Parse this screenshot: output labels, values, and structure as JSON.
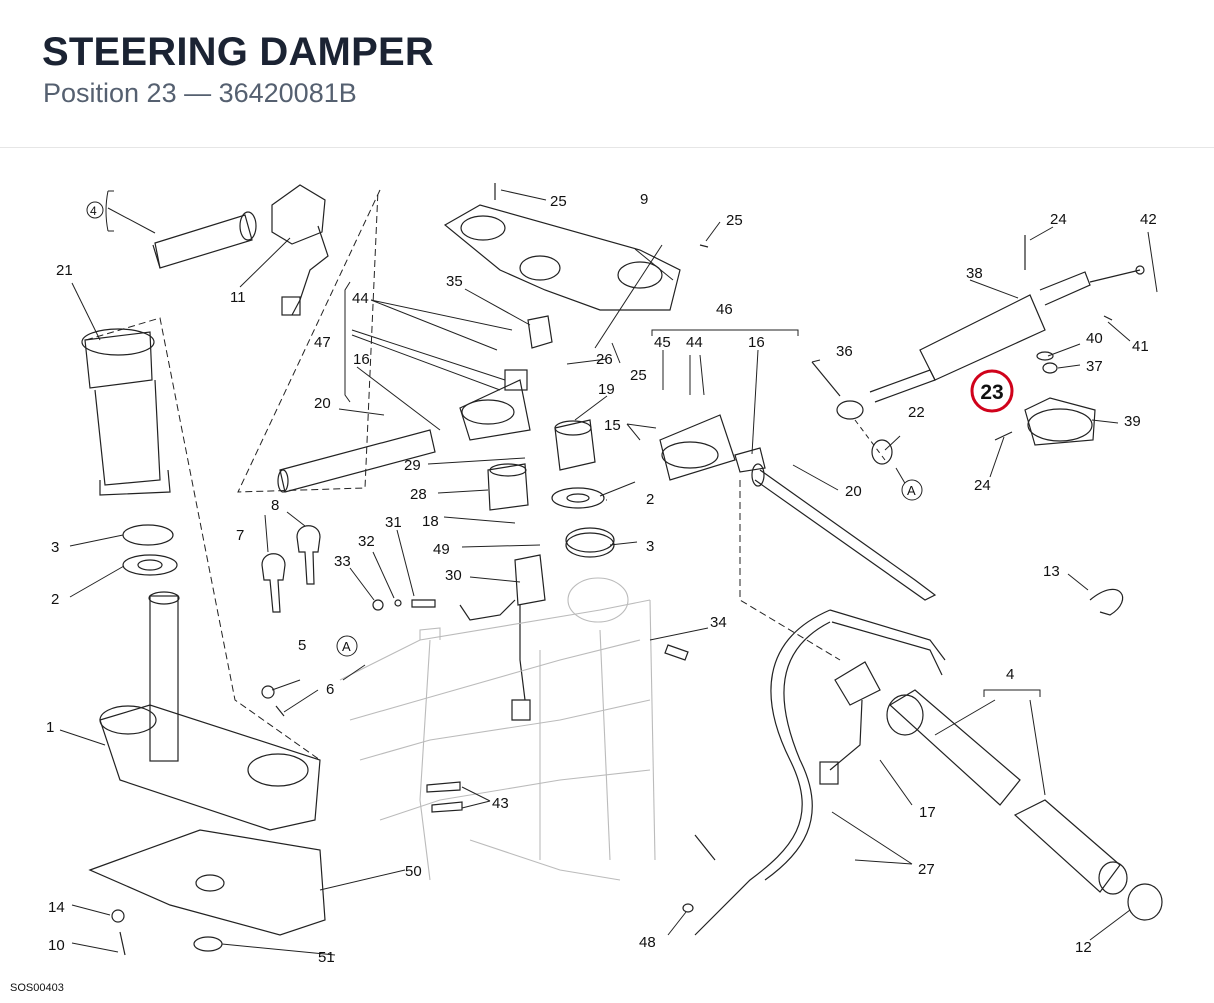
{
  "header": {
    "title": "STEERING DAMPER",
    "subtitle": "Position 23 — 36420081B"
  },
  "diagram": {
    "drawing_code": "SOS00403",
    "highlight": {
      "label": "23",
      "color": "#d0021b"
    },
    "callouts": {
      "c1": "1",
      "c2a": "2",
      "c2b": "2",
      "c3a": "3",
      "c3b": "3",
      "c4": "4",
      "c4circ": "4",
      "c5": "5",
      "c6": "6",
      "c7": "7",
      "c8": "8",
      "c9": "9",
      "c10": "10",
      "c11": "11",
      "c12": "12",
      "c13": "13",
      "c14": "14",
      "c15": "15",
      "c16a": "16",
      "c16b": "16",
      "c17": "17",
      "c18": "18",
      "c19": "19",
      "c20a": "20",
      "c20b": "20",
      "c21": "21",
      "c22": "22",
      "c24a": "24",
      "c24b": "24",
      "c25a": "25",
      "c25b": "25",
      "c25c": "25",
      "c26": "26",
      "c27": "27",
      "c28": "28",
      "c29": "29",
      "c30": "30",
      "c31": "31",
      "c32": "32",
      "c33": "33",
      "c34": "34",
      "c35": "35",
      "c36": "36",
      "c37": "37",
      "c38": "38",
      "c39": "39",
      "c40": "40",
      "c41": "41",
      "c42": "42",
      "c43": "43",
      "c44a": "44",
      "c44b": "44",
      "c45": "45",
      "c46": "46",
      "c47": "47",
      "c48": "48",
      "c49": "49",
      "c50": "50",
      "c51": "51",
      "refA1": "A",
      "refA2": "A"
    }
  }
}
